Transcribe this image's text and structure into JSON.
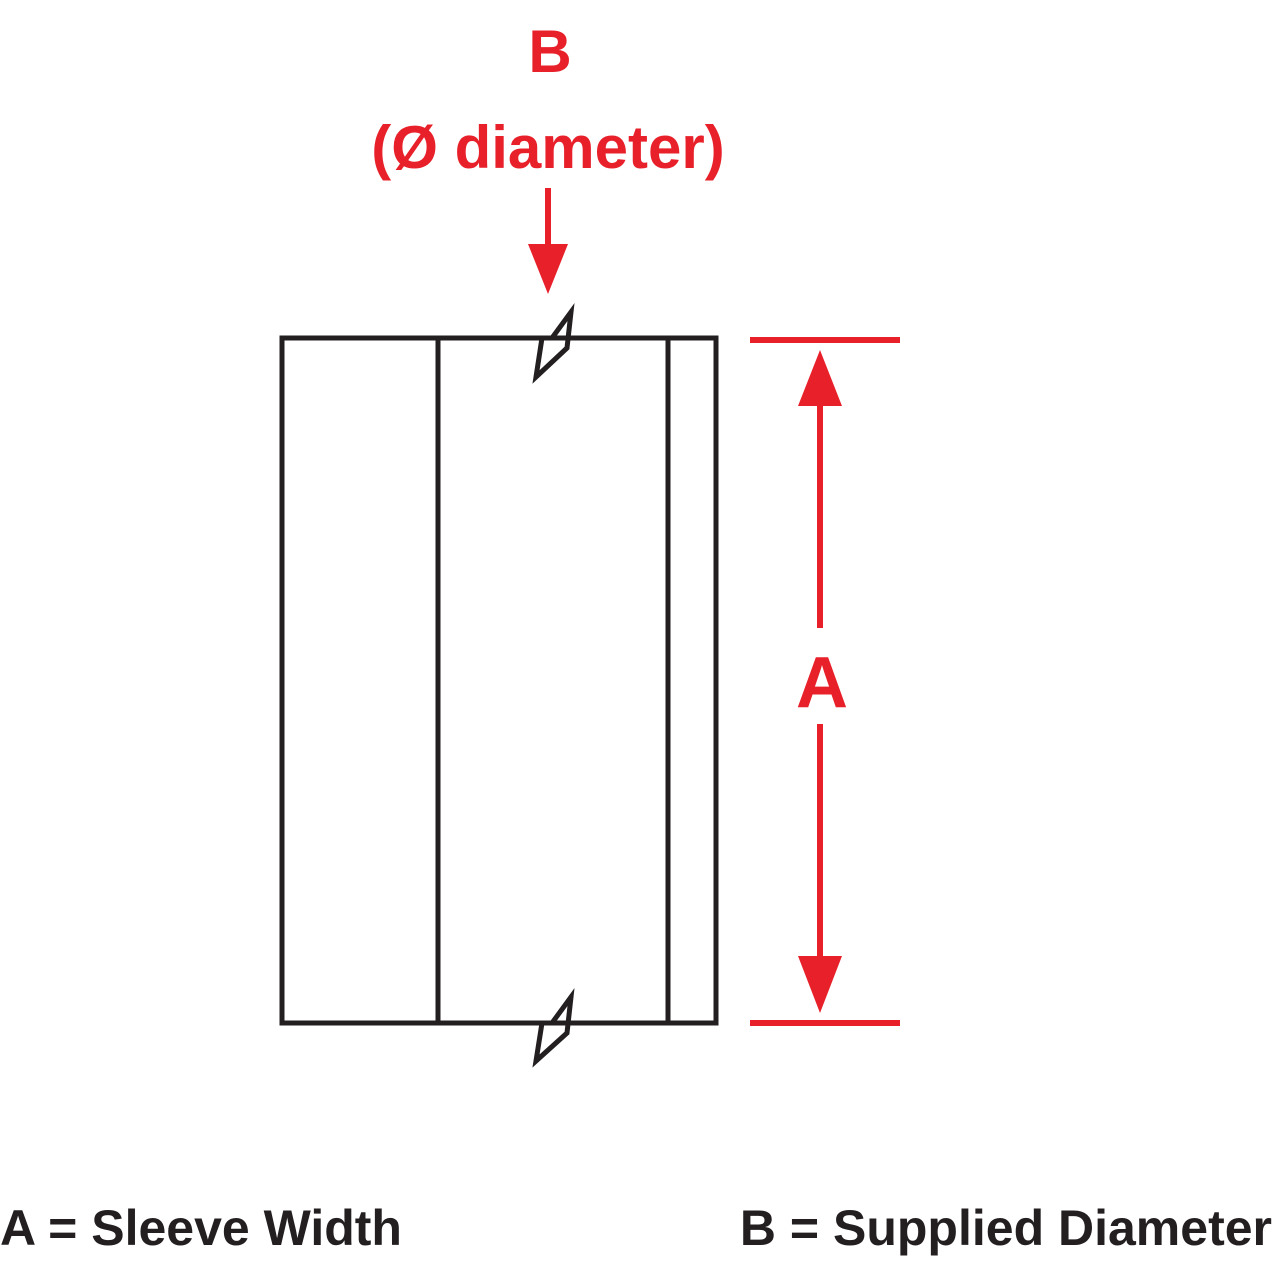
{
  "colors": {
    "accent": "#e8202a",
    "outline": "#231f20",
    "background": "#ffffff"
  },
  "labels": {
    "b_letter": "B",
    "b_diameter": "(Ø diameter)",
    "a_letter": "A"
  },
  "legend": {
    "a_definition": "A = Sleeve Width",
    "b_definition": "B = Supplied Diameter"
  }
}
